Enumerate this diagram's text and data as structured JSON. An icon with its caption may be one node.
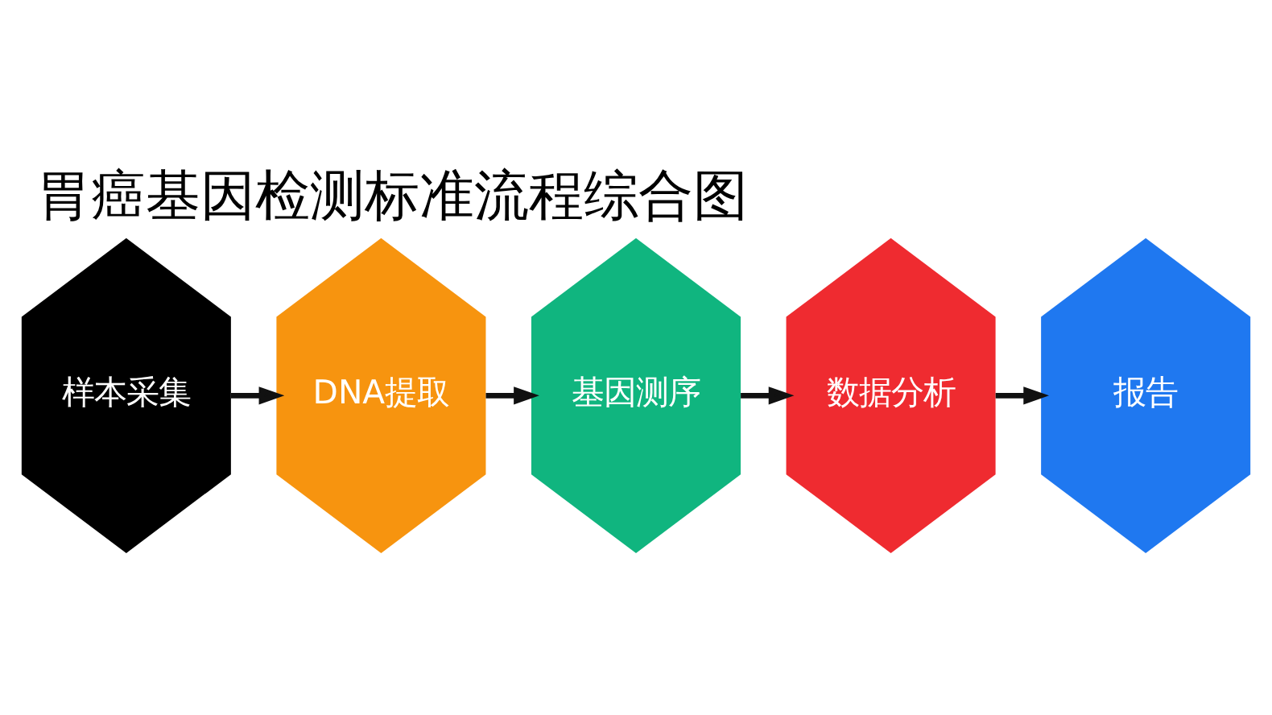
{
  "diagram": {
    "title": "胃癌基因检测标准流程综合图",
    "nodes": [
      {
        "text": [
          "样本采集"
        ]
      },
      {
        "text": [
          "DNA提取"
        ]
      },
      {
        "text": [
          "基因测序"
        ]
      },
      {
        "text": [
          "数据分析"
        ]
      },
      {
        "text": [
          "报告"
        ]
      }
    ],
    "edges": [
      {
        "from": 0,
        "to": 1,
        "arrow": "to"
      },
      {
        "from": 1,
        "to": 2,
        "arrow": "to"
      },
      {
        "from": 2,
        "to": 3,
        "arrow": "to"
      },
      {
        "from": 3,
        "to": 4,
        "arrow": "to"
      }
    ]
  }
}
